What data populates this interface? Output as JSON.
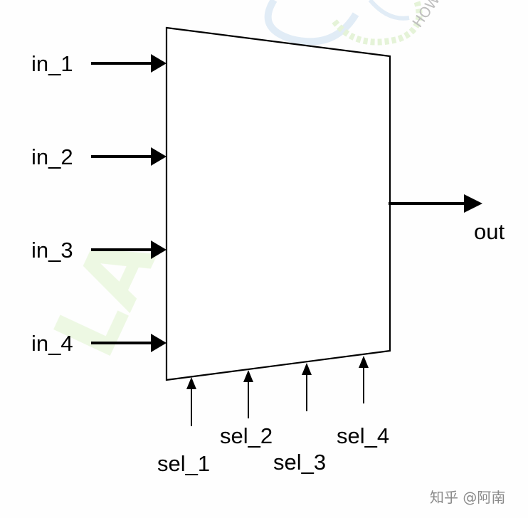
{
  "diagram": {
    "inputs": [
      "in_1",
      "in_2",
      "in_3",
      "in_4"
    ],
    "output": "out",
    "selects": [
      "sel_1",
      "sel_2",
      "sel_3",
      "sel_4"
    ]
  },
  "watermark": {
    "text": "知乎 @阿南",
    "logo_text": "HOW TO",
    "logo_letters": "LA"
  },
  "colors": {
    "stroke": "#000000",
    "watermark_green": "#b7e59a",
    "watermark_blue": "#c9dcef"
  }
}
